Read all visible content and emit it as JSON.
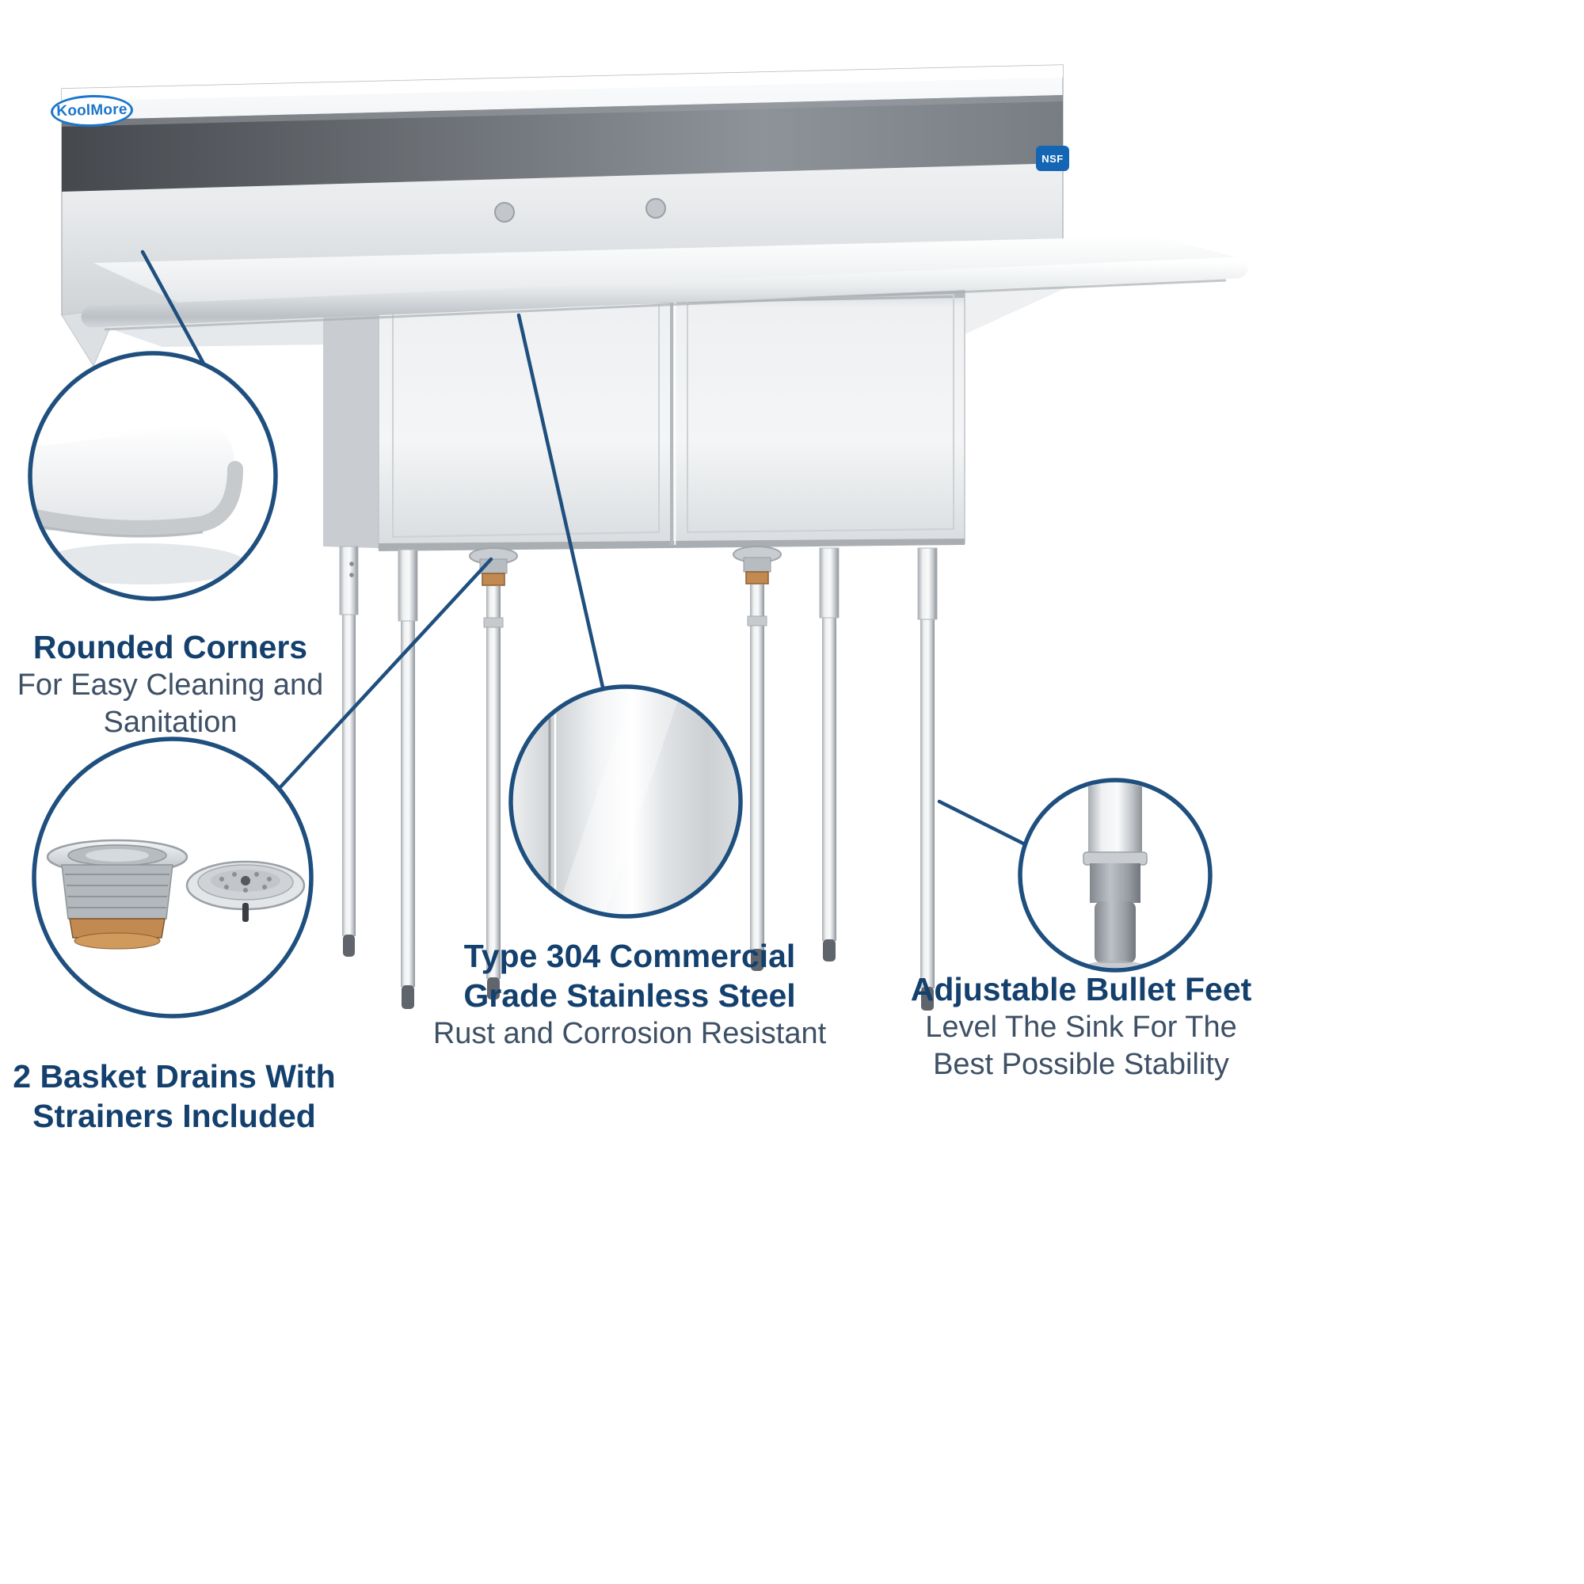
{
  "brand": {
    "logo_text": "KoolMore",
    "nsf_label": "NSF"
  },
  "callouts": {
    "rounded_corners": {
      "title": "Rounded Corners",
      "body_line1": "For Easy Cleaning and",
      "body_line2": "Sanitation"
    },
    "basket_drains": {
      "title_line1": "2 Basket Drains With",
      "title_line2": "Strainers Included"
    },
    "stainless_steel": {
      "title_line1": "Type 304 Commercial",
      "title_line2": "Grade Stainless Steel",
      "body": "Rust and Corrosion Resistant"
    },
    "bullet_feet": {
      "title": "Adjustable Bullet Feet",
      "body_line1": "Level The Sink For The",
      "body_line2": "Best Possible Stability"
    }
  },
  "colors": {
    "heading_navy": "#14406e",
    "body_slate": "#3e5065",
    "leader_line_blue": "#1e4f7e",
    "logo_blue": "#1b76cb",
    "nsf_blue": "#1466b5",
    "steel_light": "#f2f4f5",
    "steel_mid": "#d9dcdf",
    "steel_dark": "#aeb3b8",
    "stripe_dark": "#53575c",
    "brass": "#c28a50"
  }
}
